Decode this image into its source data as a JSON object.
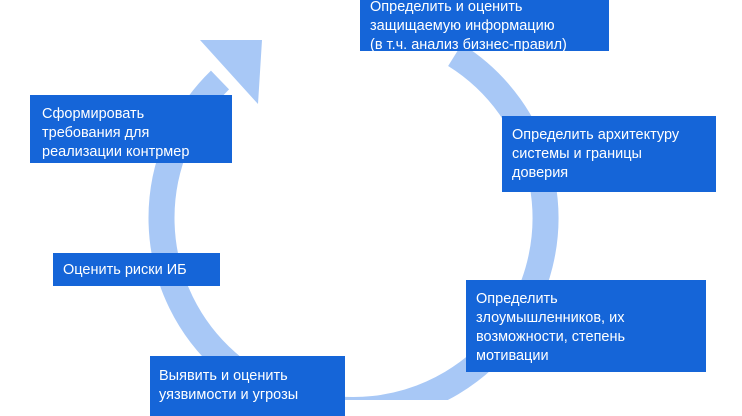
{
  "diagram": {
    "colors": {
      "ring": "#a8c8f6",
      "box_fill": "#1565d8",
      "box_text": "#ffffff"
    },
    "steps": [
      {
        "id": "define-protected-info",
        "text": "Определить и оценить\nзащищаемую информацию\n(в т.ч. анализ бизнес-правил)"
      },
      {
        "id": "define-architecture",
        "text": "Определить  архитектуру\nсистемы и границы\nдоверия"
      },
      {
        "id": "define-attackers",
        "text": "Определить\nзлоумышленников, их\nвозможности, степень\nмотивации"
      },
      {
        "id": "identify-vulnerabilities",
        "text": "Выявить и оценить\nуязвимости и угрозы"
      },
      {
        "id": "assess-risks",
        "text": "Оценить риски ИБ"
      },
      {
        "id": "form-requirements",
        "text": "Сформировать\nтребования для\nреализации контрмер"
      }
    ]
  }
}
